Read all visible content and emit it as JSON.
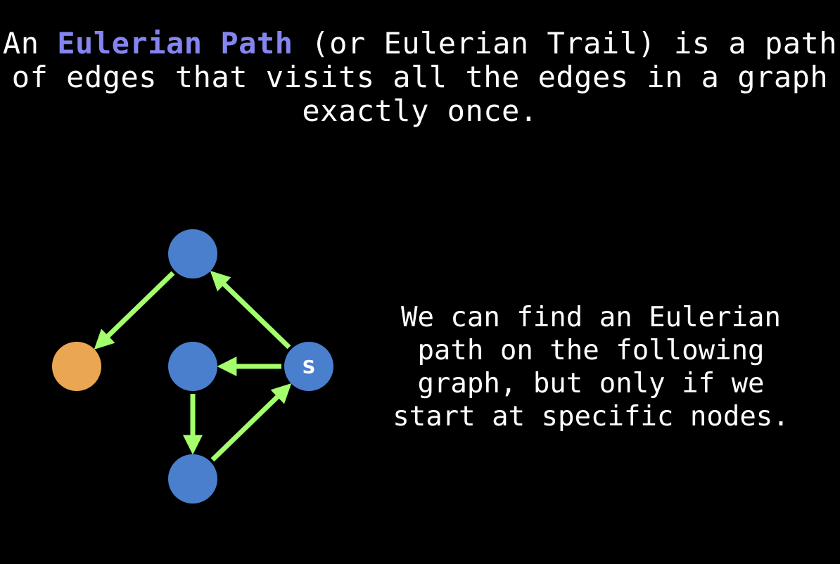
{
  "title": {
    "prefix": "An ",
    "highlight": "Eulerian Path",
    "line1_rest": " (or Eulerian Trail) is a path",
    "line2": "of edges that visits all the edges in a graph",
    "line3": "exactly once."
  },
  "side_text": {
    "lines": [
      "We can find an Eulerian",
      "path on the following",
      "graph, but only if we",
      "start at specific nodes."
    ]
  },
  "graph": {
    "nodes": [
      {
        "id": "top",
        "label": "",
        "color": "#4a7fce"
      },
      {
        "id": "left",
        "label": "",
        "color": "#eba654"
      },
      {
        "id": "mid",
        "label": "",
        "color": "#4a7fce"
      },
      {
        "id": "s",
        "label": "S",
        "color": "#4a7fce"
      },
      {
        "id": "bottom",
        "label": "",
        "color": "#4a7fce"
      }
    ],
    "edges": [
      {
        "from": "top",
        "to": "left"
      },
      {
        "from": "s",
        "to": "top"
      },
      {
        "from": "s",
        "to": "mid"
      },
      {
        "from": "mid",
        "to": "bottom"
      },
      {
        "from": "bottom",
        "to": "s"
      }
    ],
    "edge_color": "#a3ff6b",
    "highlight_color": "#8585f0"
  }
}
